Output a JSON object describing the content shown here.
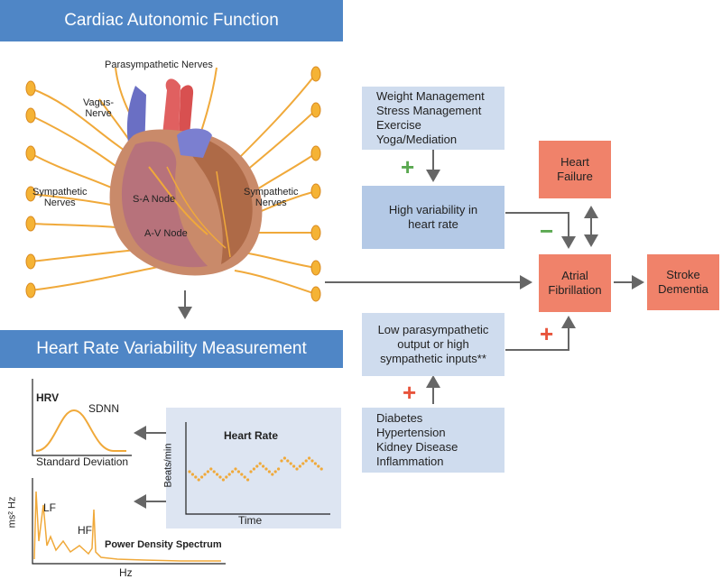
{
  "banners": {
    "top": "Cardiac Autonomic Function",
    "bottom": "Heart Rate Variability Measurement"
  },
  "heart_labels": {
    "parasympathetic": "Parasympathetic Nerves",
    "vagus": "Vagus-\nNerve",
    "sympathetic_left": "Sympathetic\nNerves",
    "sympathetic_right": "Sympathetic\nNerves",
    "sa_node": "S-A Node",
    "av_node": "A-V Node"
  },
  "boxes": {
    "lifestyle": "Weight Management\nStress Management\nExercise\nYoga/Mediation",
    "high_variability": "High variability in\nheart rate",
    "low_parasympathetic": "Low parasympathetic\noutput or high\nsympathetic inputs**",
    "conditions": "Diabetes\nHypertension\nKidney Disease\nInflammation",
    "heart_failure": "Heart\nFailure",
    "atrial_fibrillation": "Atrial\nFibrillation",
    "stroke": "Stroke\nDementia"
  },
  "signs": {
    "plus_lifestyle": "+",
    "minus_variability": "−",
    "plus_low": "+",
    "plus_conditions": "+"
  },
  "colors": {
    "banner": "#4f86c6",
    "light_box": "#cfdcee",
    "mid_box": "#b4c9e6",
    "outcome_box": "#f0826a",
    "plus_green": "#5aa850",
    "minus_green": "#5aa850",
    "plus_red": "#e8543c",
    "curve": "#f0a93a",
    "arrow": "#666666"
  },
  "charts": {
    "hrv": {
      "title": "HRV",
      "curve_label": "SDNN",
      "xlabel": "Standard Deviation"
    },
    "heart_rate": {
      "title": "Heart Rate",
      "ylabel": "Beats/min",
      "xlabel": "Time"
    },
    "psd": {
      "ylabel": "ms² Hz",
      "lf": "LF",
      "hf": "HF",
      "title": "Power Density Spectrum",
      "xlabel": "Hz"
    }
  }
}
